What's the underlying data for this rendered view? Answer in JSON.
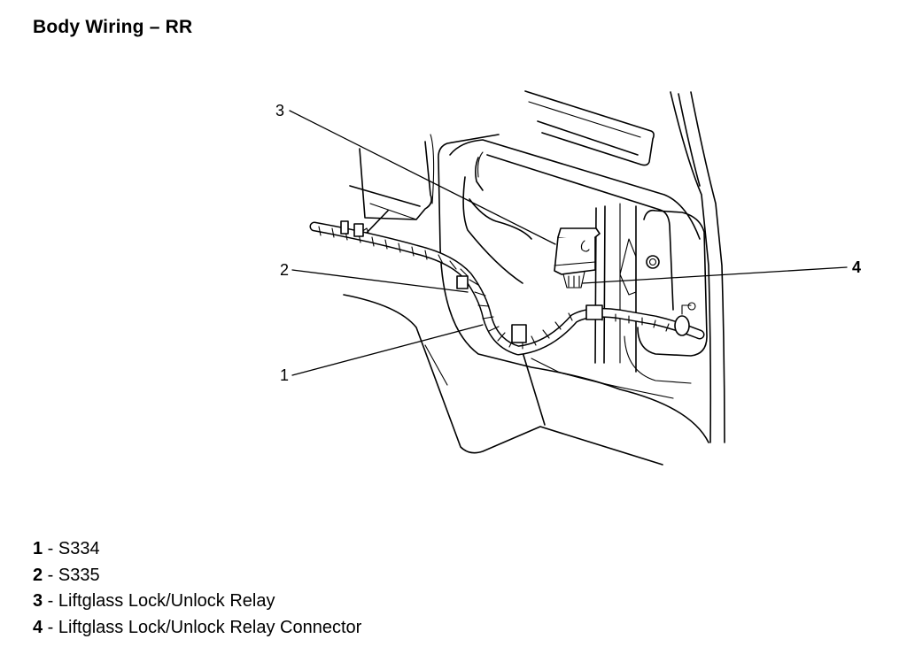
{
  "title": "Body Wiring – RR",
  "diagram": {
    "description": "Rear right body wiring illustration showing harness routing, splices and liftglass relay",
    "callouts": [
      {
        "id": "1",
        "label": "1"
      },
      {
        "id": "2",
        "label": "2"
      },
      {
        "id": "3",
        "label": "3"
      },
      {
        "id": "4",
        "label": "4"
      }
    ]
  },
  "legend": [
    {
      "num": "1",
      "sep": " - ",
      "text": "S334"
    },
    {
      "num": "2",
      "sep": " - ",
      "text": "S335"
    },
    {
      "num": "3",
      "sep": " - ",
      "text": "Liftglass Lock/Unlock Relay"
    },
    {
      "num": "4",
      "sep": " - ",
      "text": "Liftglass Lock/Unlock Relay Connector"
    }
  ]
}
